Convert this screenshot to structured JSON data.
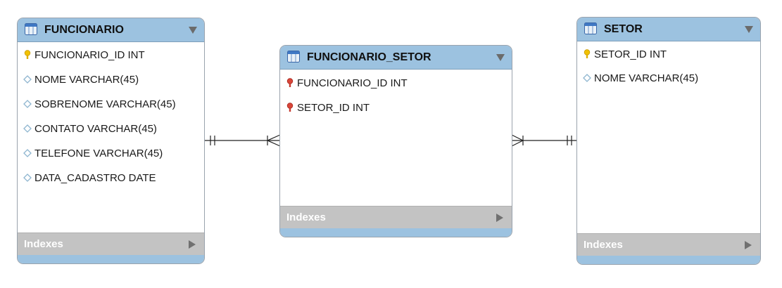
{
  "tables": {
    "funcionario": {
      "title": "FUNCIONARIO",
      "columns": [
        {
          "text": "FUNCIONARIO_ID INT",
          "icon": "primary-key-icon"
        },
        {
          "text": "NOME VARCHAR(45)",
          "icon": "column-diamond-icon"
        },
        {
          "text": "SOBRENOME VARCHAR(45)",
          "icon": "column-diamond-icon"
        },
        {
          "text": "CONTATO VARCHAR(45)",
          "icon": "column-diamond-icon"
        },
        {
          "text": "TELEFONE VARCHAR(45)",
          "icon": "column-diamond-icon"
        },
        {
          "text": "DATA_CADASTRO DATE",
          "icon": "column-diamond-icon"
        }
      ],
      "indexes_label": "Indexes"
    },
    "funcionario_setor": {
      "title": "FUNCIONARIO_SETOR",
      "columns": [
        {
          "text": "FUNCIONARIO_ID INT",
          "icon": "foreign-key-icon"
        },
        {
          "text": "SETOR_ID INT",
          "icon": "foreign-key-icon"
        }
      ],
      "indexes_label": "Indexes"
    },
    "setor": {
      "title": "SETOR",
      "columns": [
        {
          "text": "SETOR_ID INT",
          "icon": "primary-key-icon"
        },
        {
          "text": "NOME VARCHAR(45)",
          "icon": "column-diamond-icon"
        }
      ],
      "indexes_label": "Indexes"
    }
  },
  "colors": {
    "header": "#9cc2e0",
    "indexes_bar": "#c3c3c3",
    "primary_key": "#f2c200",
    "foreign_key": "#d9463a",
    "column_diamond": "#8fb6d0"
  }
}
